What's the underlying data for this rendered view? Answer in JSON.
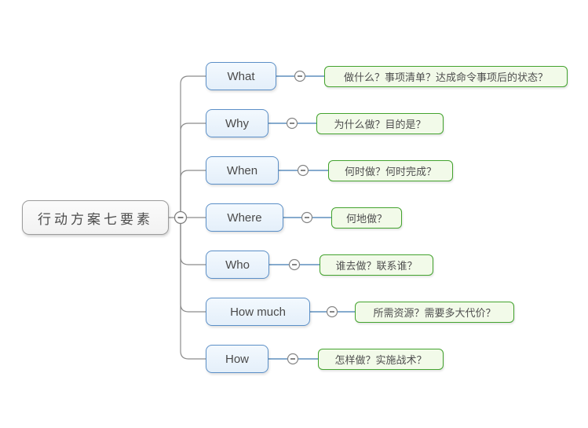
{
  "root": {
    "label": "行动方案七要素"
  },
  "branches": [
    {
      "label": "What",
      "child": "做什么？事项清单？达成命令事项后的状态？"
    },
    {
      "label": "Why",
      "child": "为什么做？目的是？"
    },
    {
      "label": "When",
      "child": "何时做？何时完成？"
    },
    {
      "label": "Where",
      "child": "何地做？"
    },
    {
      "label": "Who",
      "child": "谁去做？联系谁？"
    },
    {
      "label": "How much",
      "child": "所需资源？需要多大代价？"
    },
    {
      "label": "How",
      "child": "怎样做？实施战术？"
    }
  ],
  "icons": {
    "collapse_root": "minus-icon",
    "collapse_branch": "minus-icon"
  },
  "colors": {
    "branch_border": "#5b8fc7",
    "branch_fill": "#e9f2fb",
    "child_border": "#43a32e",
    "child_fill": "#f2fae9",
    "root_border": "#9c9c9c",
    "root_fill": "#f6f6f6",
    "tree_line": "#8c8c8c",
    "child_line": "#5e8fbe",
    "canvas_bg": "#ffffff"
  }
}
